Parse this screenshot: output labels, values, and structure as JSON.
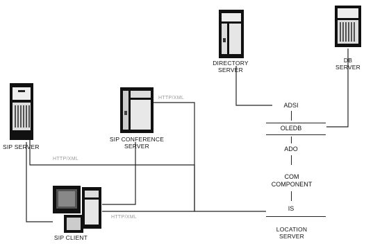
{
  "nodes": {
    "sip_server": "SIP SERVER",
    "sip_conference_server": [
      "SIP CONFERENCE",
      "SERVER"
    ],
    "sip_client": "SIP CLIENT",
    "directory_server": [
      "DIRECTORY",
      "SERVER"
    ],
    "db_server": [
      "DB",
      "SERVER"
    ],
    "location_server": [
      "LOCATION",
      "SERVER"
    ]
  },
  "stack_layers": {
    "adsi": "ADSI",
    "oledb": "OLEDB",
    "ado": "ADO",
    "com_component": [
      "COM",
      "COMPONENT"
    ],
    "is": "IS"
  },
  "connection_labels": {
    "http_xml_top": "HTTP/XML",
    "http_xml_mid": "HTTP/XML",
    "http_xml_bottom": "HTTP/XML"
  },
  "colors": {
    "line": "#222222",
    "server_dark": "#1a1a1a",
    "faint_text": "#9a9a9a"
  },
  "icons": [
    "server-tower-icon",
    "monitor-icon"
  ]
}
